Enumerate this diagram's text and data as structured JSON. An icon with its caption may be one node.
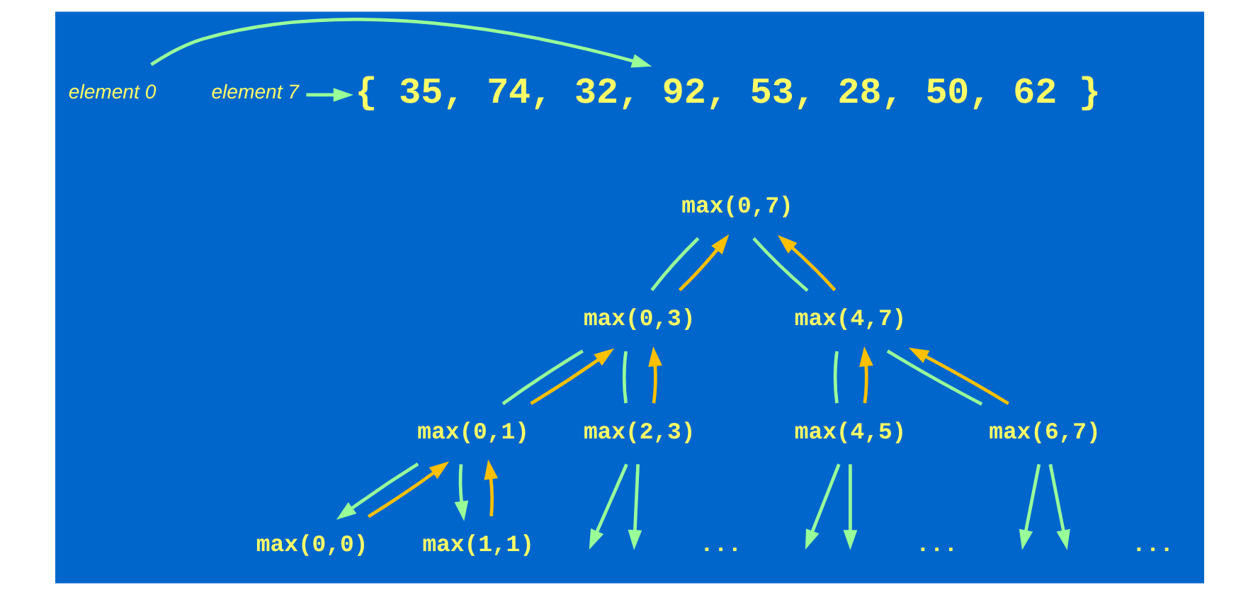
{
  "diagram": {
    "nodes": [
      {
        "text": [
          "{ 35, 74, 32, 92, 53, 28, 50, 62 }"
        ]
      },
      {
        "text": [
          "element 0"
        ]
      },
      {
        "text": [
          "element 7"
        ]
      },
      {
        "text": [
          "max(0,7)"
        ]
      },
      {
        "text": [
          "max(0,3)"
        ]
      },
      {
        "text": [
          "max(4,7)"
        ]
      },
      {
        "text": [
          "max(0,1)"
        ]
      },
      {
        "text": [
          "max(2,3)"
        ]
      },
      {
        "text": [
          "max(4,5)"
        ]
      },
      {
        "text": [
          "max(6,7)"
        ]
      },
      {
        "text": [
          "max(0,0)"
        ]
      },
      {
        "text": [
          "max(1,1)"
        ]
      }
    ],
    "edges": [
      {
        "from": 1,
        "to": 0,
        "arrow": "to"
      },
      {
        "from": 2,
        "to": 0,
        "arrow": "to"
      },
      {
        "from": 3,
        "to": 4,
        "arrow": "none"
      },
      {
        "from": 3,
        "to": 5,
        "arrow": "none"
      },
      {
        "from": 4,
        "to": 6,
        "arrow": "none"
      },
      {
        "from": 4,
        "to": 7,
        "arrow": "none"
      },
      {
        "from": 5,
        "to": 8,
        "arrow": "none"
      },
      {
        "from": 5,
        "to": 9,
        "arrow": "none"
      },
      {
        "from": 6,
        "to": 10,
        "arrow": "to"
      },
      {
        "from": 6,
        "to": 11,
        "arrow": "to"
      },
      {
        "from": 7,
        "to": null,
        "arrow": "to"
      },
      {
        "from": 7,
        "to": null,
        "arrow": "to"
      },
      {
        "from": 8,
        "to": null,
        "arrow": "to"
      },
      {
        "from": 8,
        "to": null,
        "arrow": "to"
      },
      {
        "from": 9,
        "to": null,
        "arrow": "to"
      },
      {
        "from": 9,
        "to": null,
        "arrow": "to"
      },
      {
        "from": 4,
        "to": 3,
        "arrow": "to",
        "color": "#ffc000"
      },
      {
        "from": 5,
        "to": 3,
        "arrow": "to",
        "color": "#ffc000"
      },
      {
        "from": 6,
        "to": 4,
        "arrow": "to",
        "color": "#ffc000"
      },
      {
        "from": 7,
        "to": 4,
        "arrow": "to",
        "color": "#ffc000"
      },
      {
        "from": 8,
        "to": 5,
        "arrow": "to",
        "color": "#ffc000"
      },
      {
        "from": 9,
        "to": 5,
        "arrow": "to",
        "color": "#ffc000"
      },
      {
        "from": 10,
        "to": 6,
        "arrow": "to",
        "color": "#ffc000"
      },
      {
        "from": 11,
        "to": 6,
        "arrow": "to",
        "color": "#ffc000"
      }
    ],
    "labels": [
      "...",
      "...",
      "..."
    ]
  }
}
